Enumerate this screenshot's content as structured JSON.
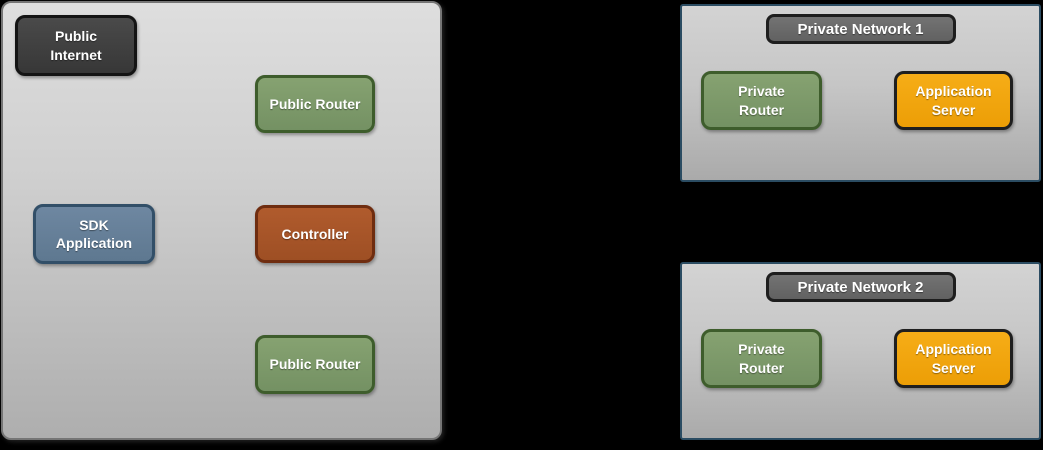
{
  "diagram": {
    "type": "network-topology",
    "background_color": "#000000"
  },
  "palette": {
    "zone_fill_light": "#dedede",
    "zone_fill_dark": "#aeaeae",
    "zone_public_border": "#757575",
    "zone_private_border": "#2b4c62",
    "node_dark_fill": "#404040",
    "node_dark_border": "#141414",
    "node_green_fill": "#7d9a69",
    "node_green_border": "#3e5d2c",
    "node_slate_fill": "#66809a",
    "node_slate_border": "#324f68",
    "node_rust_fill": "#a85629",
    "node_rust_border": "#6f2d10",
    "node_orange_fill": "#f0a512",
    "node_orange_border": "#1f1f1f",
    "zone_title_fill": "#6a6a6a",
    "text_color": "#ffffff"
  },
  "zones": {
    "public_zone": {
      "nodes": {
        "public_internet": {
          "label": "Public Internet"
        },
        "public_router_top": {
          "label": "Public Router"
        },
        "sdk_application": {
          "label": "SDK Application"
        },
        "controller": {
          "label": "Controller"
        },
        "public_router_bottom": {
          "label": "Public Router"
        }
      }
    },
    "private_network_1": {
      "title": "Private Network 1",
      "nodes": {
        "private_router": {
          "label": "Private Router"
        },
        "application_server": {
          "label": "Application Server"
        }
      }
    },
    "private_network_2": {
      "title": "Private Network 2",
      "nodes": {
        "private_router": {
          "label": "Private Router"
        },
        "application_server": {
          "label": "Application Server"
        }
      }
    }
  }
}
